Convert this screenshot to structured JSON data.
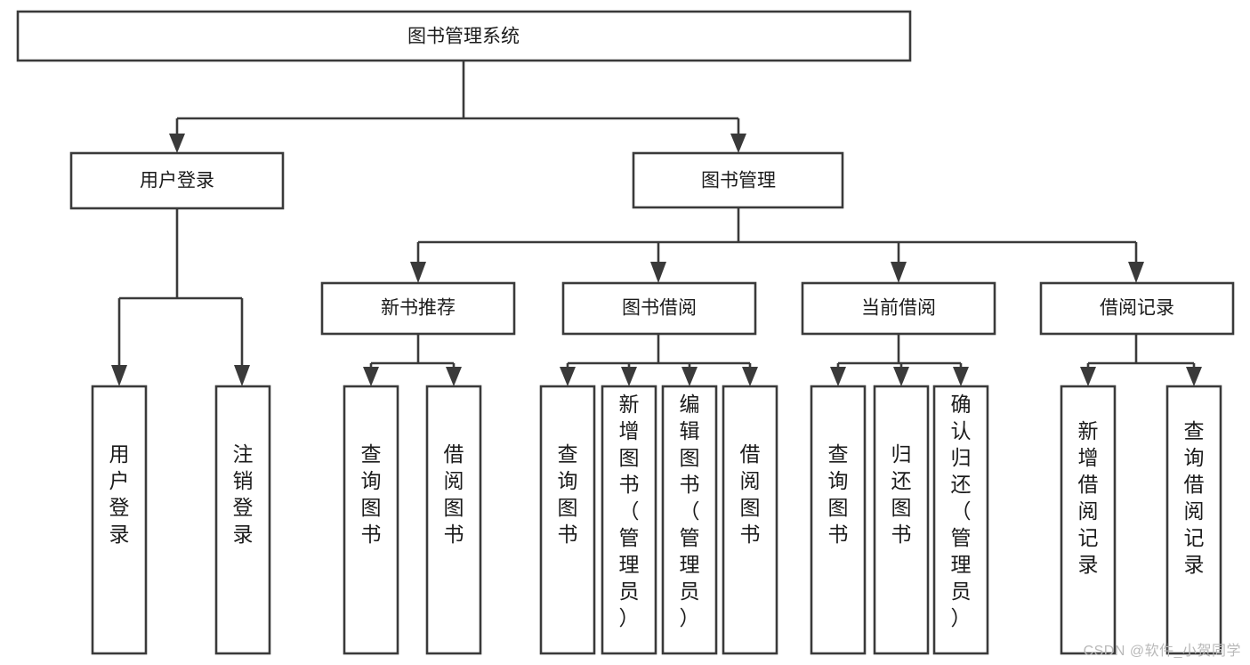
{
  "diagram": {
    "type": "tree",
    "title": "图书管理系统",
    "orientation": "top-down",
    "background_color": "#ffffff",
    "box_fill": "#ffffff",
    "box_stroke": "#3a3a3a",
    "text_color": "#1b1b1b",
    "levels": 4,
    "nodes": {
      "root": {
        "label": "图书管理系统",
        "text_orientation": "horizontal"
      },
      "l2": [
        {
          "id": "user-login",
          "label": "用户登录",
          "text_orientation": "horizontal"
        },
        {
          "id": "book-management",
          "label": "图书管理",
          "text_orientation": "horizontal"
        }
      ],
      "l3": [
        {
          "id": "new-book-recommend",
          "label": "新书推荐",
          "text_orientation": "horizontal"
        },
        {
          "id": "book-borrow",
          "label": "图书借阅",
          "text_orientation": "horizontal"
        },
        {
          "id": "current-borrow",
          "label": "当前借阅",
          "text_orientation": "horizontal"
        },
        {
          "id": "borrow-record",
          "label": "借阅记录",
          "text_orientation": "horizontal"
        }
      ],
      "leaves": {
        "user_login_children": [
          {
            "id": "leaf-user-login",
            "label": "用户登录",
            "text_orientation": "vertical"
          },
          {
            "id": "leaf-logout-login",
            "label": "注销登录",
            "text_orientation": "vertical"
          }
        ],
        "new_book_recommend_children": [
          {
            "id": "leaf-query-book-1",
            "label": "查询图书",
            "text_orientation": "vertical"
          },
          {
            "id": "leaf-borrow-book-1",
            "label": "借阅图书",
            "text_orientation": "vertical"
          }
        ],
        "book_borrow_children": [
          {
            "id": "leaf-query-book-2",
            "label": "查询图书",
            "text_orientation": "vertical"
          },
          {
            "id": "leaf-add-book",
            "label": "新增图书（管理员）",
            "text_orientation": "vertical"
          },
          {
            "id": "leaf-edit-book",
            "label": "编辑图书（管理员）",
            "text_orientation": "vertical"
          },
          {
            "id": "leaf-borrow-book-2",
            "label": "借阅图书",
            "text_orientation": "vertical"
          }
        ],
        "current_borrow_children": [
          {
            "id": "leaf-query-book-3",
            "label": "查询图书",
            "text_orientation": "vertical"
          },
          {
            "id": "leaf-return-book",
            "label": "归还图书",
            "text_orientation": "vertical"
          },
          {
            "id": "leaf-confirm-return",
            "label": "确认归还（管理员）",
            "text_orientation": "vertical"
          }
        ],
        "borrow_record_children": [
          {
            "id": "leaf-add-borrow-record",
            "label": "新增借阅记录",
            "text_orientation": "vertical"
          },
          {
            "id": "leaf-query-borrow-record",
            "label": "查询借阅记录",
            "text_orientation": "vertical"
          }
        ]
      }
    }
  },
  "watermark": {
    "text": "CSDN @软件_小贺同学"
  }
}
